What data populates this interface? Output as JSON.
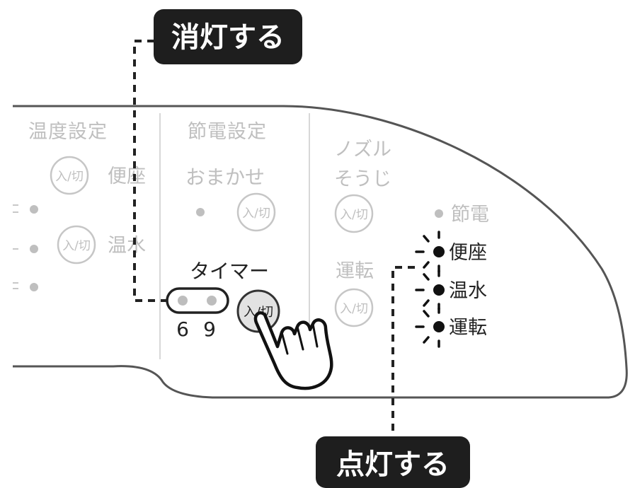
{
  "callouts": {
    "off_label": "消灯する",
    "on_label": "点灯する"
  },
  "sections": {
    "temperature": {
      "title": "温度設定",
      "button_label": "入/切",
      "rows": [
        "便座",
        "温水"
      ]
    },
    "power_saving": {
      "title": "節電設定",
      "auto_label": "おまかせ",
      "button_label": "入/切"
    },
    "timer": {
      "title": "タイマー",
      "button_label": "入/切",
      "hours": [
        "6",
        "9"
      ]
    },
    "nozzle_clean": {
      "title_line1": "ノズル",
      "title_line2": "そうじ",
      "button_label": "入/切"
    },
    "operation": {
      "title": "運転",
      "button_label": "入/切"
    }
  },
  "indicators": {
    "faint": "節電",
    "lit": [
      "便座",
      "温水",
      "運転"
    ]
  },
  "colors": {
    "badge": "#1e1e1e",
    "faint": "#bfbfbf",
    "dark": "#222222"
  },
  "icons": [
    "hand-pointer-icon"
  ]
}
